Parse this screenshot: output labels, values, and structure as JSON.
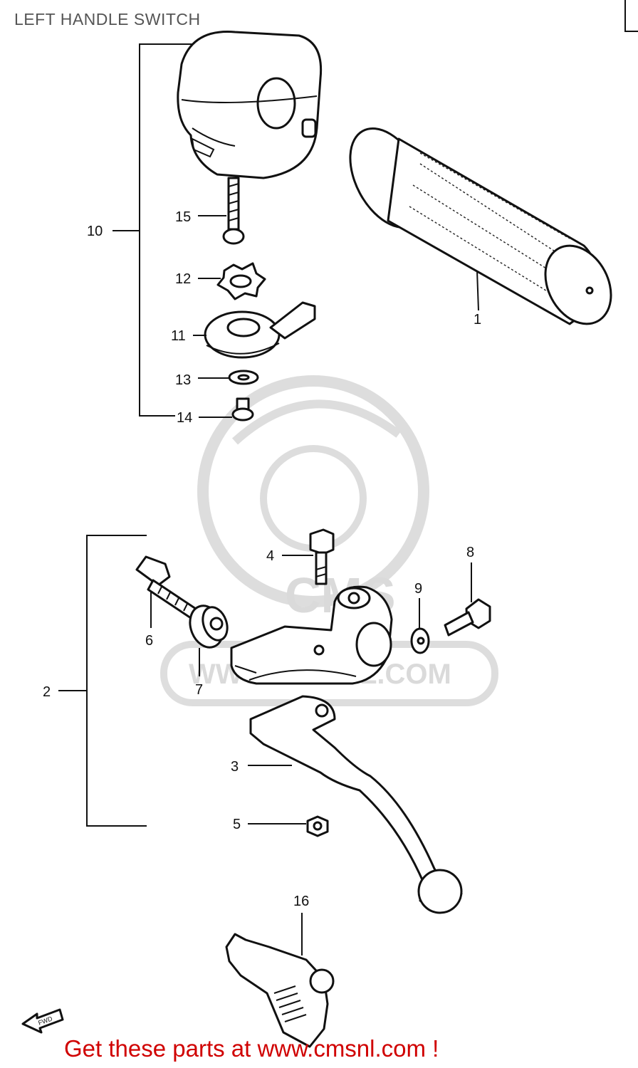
{
  "title": "LEFT HANDLE SWITCH",
  "footer": "Get these parts at www.cmsnl.com !",
  "watermark": {
    "site": "WWW.CMSNL.COM",
    "brand": "CMS"
  },
  "fwd_label": "FWD",
  "callouts": {
    "p1": "1",
    "p2": "2",
    "p3": "3",
    "p4": "4",
    "p5": "5",
    "p6": "6",
    "p7": "7",
    "p8": "8",
    "p9": "9",
    "p10": "10",
    "p11": "11",
    "p12": "12",
    "p13": "13",
    "p14": "14",
    "p15": "15",
    "p16": "16"
  },
  "colors": {
    "footer": "#d00000",
    "watermark": "#d6d6d6",
    "line": "#111111"
  }
}
